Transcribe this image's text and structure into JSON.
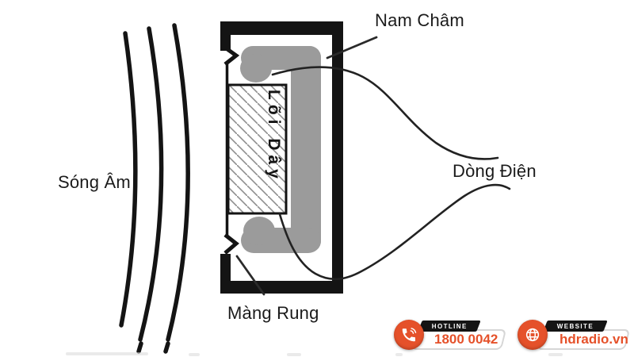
{
  "diagram": {
    "labels": {
      "magnet": "Nam Châm",
      "current": "Dòng Điện",
      "sound_wave": "Sóng Âm",
      "diaphragm": "Màng Rung",
      "coil_core": "Lõi Dây"
    },
    "colors": {
      "ink": "#1b1b1b",
      "magnet_gray": "#9b9b9b",
      "hatch_gray": "#8e8e8e"
    }
  },
  "footer": {
    "accent_color": "#e5512a",
    "hotline": {
      "tag": "HOTLINE",
      "value": "1800 0042"
    },
    "website": {
      "tag": "WEBSITE",
      "value": "hdradio.vn"
    }
  }
}
